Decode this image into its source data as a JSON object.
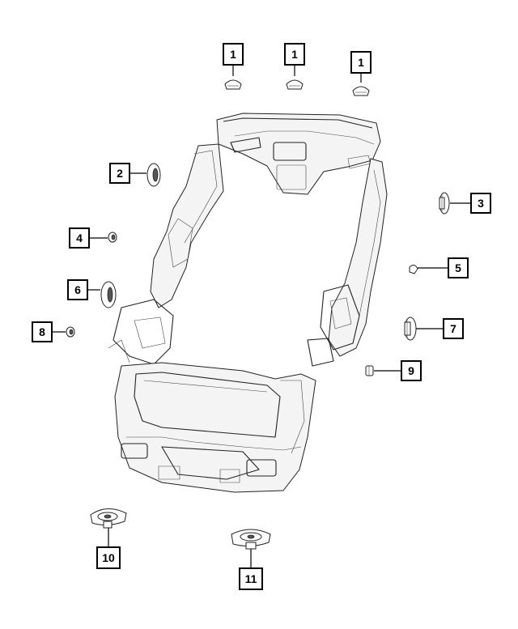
{
  "callouts": [
    {
      "id": "c1a",
      "label": "1"
    },
    {
      "id": "c1b",
      "label": "1"
    },
    {
      "id": "c1c",
      "label": "1"
    },
    {
      "id": "c2",
      "label": "2"
    },
    {
      "id": "c3",
      "label": "3"
    },
    {
      "id": "c4",
      "label": "4"
    },
    {
      "id": "c5",
      "label": "5"
    },
    {
      "id": "c6",
      "label": "6"
    },
    {
      "id": "c7",
      "label": "7"
    },
    {
      "id": "c8",
      "label": "8"
    },
    {
      "id": "c9",
      "label": "9"
    },
    {
      "id": "c10",
      "label": "10"
    },
    {
      "id": "c11",
      "label": "11"
    }
  ]
}
